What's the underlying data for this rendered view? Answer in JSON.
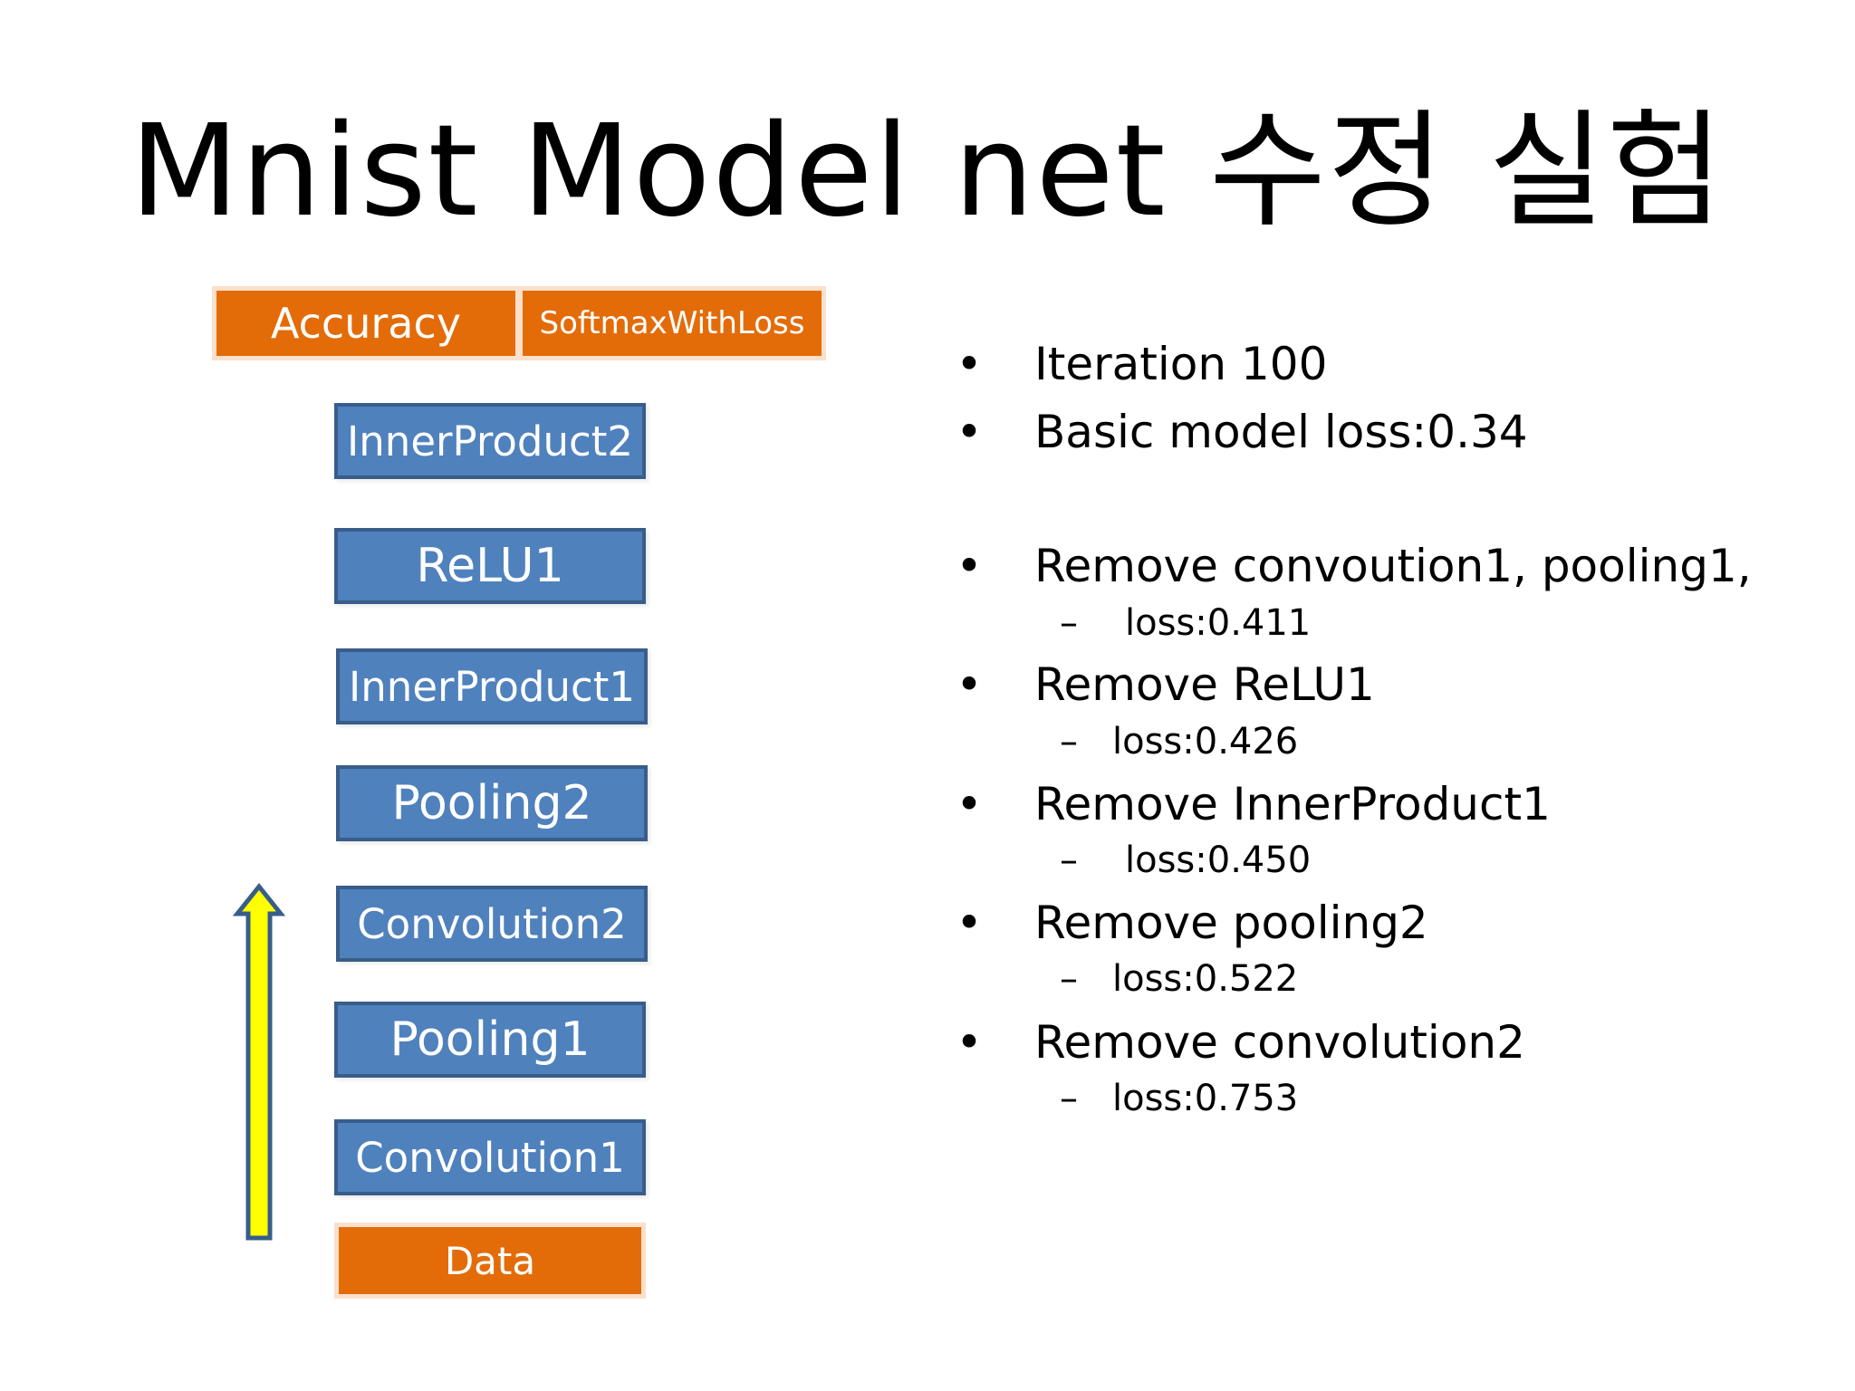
{
  "slide": {
    "title": "Mnist Model net 수정 실험"
  },
  "network": {
    "top_layers": [
      "Accuracy",
      "SoftmaxWithLoss"
    ],
    "layers_top_to_bottom": [
      "InnerProduct2",
      "ReLU1",
      "InnerProduct1",
      "Pooling2",
      "Convolution2",
      "Pooling1",
      "Convolution1"
    ],
    "input_layer": "Data",
    "flow_arrow_direction": "up",
    "colors": {
      "layer_fill": "#4f81bd",
      "layer_border": "#385d8a",
      "io_fill": "#e36c09",
      "arrow_fill": "#ffff00",
      "arrow_border": "#385d8a"
    }
  },
  "notes": {
    "bullet_symbol": "•",
    "dash_symbol": "–",
    "items": [
      {
        "text": "Iteration 100"
      },
      {
        "text": "Basic model loss:0.34"
      },
      {
        "text": "Remove convoution1, pooling1,",
        "sub": "loss:0.411"
      },
      {
        "text": "Remove ReLU1",
        "sub": "loss:0.426"
      },
      {
        "text": "Remove InnerProduct1",
        "sub": "loss:0.450"
      },
      {
        "text": "Remove pooling2",
        "sub": "loss:0.522"
      },
      {
        "text": "Remove convolution2",
        "sub": "loss:0.753"
      }
    ]
  }
}
